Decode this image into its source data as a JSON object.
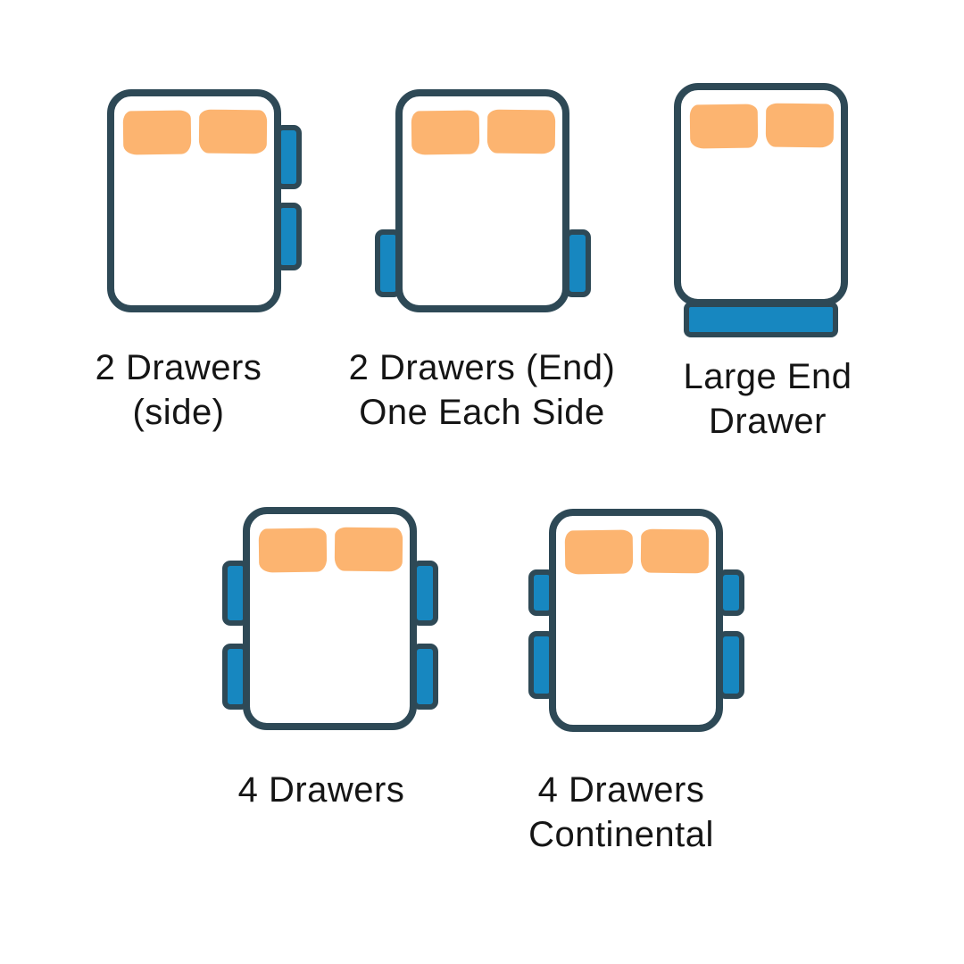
{
  "colors": {
    "background": "#ffffff",
    "bed-outline": "#2e4956",
    "bed-fill": "#ffffff",
    "drawer-fill": "#1787c0",
    "pillow-fill": "#fcb470",
    "label-text": "#151515"
  },
  "figures": [
    {
      "name": "two-drawers-side",
      "label_line1": "2 Drawers",
      "label_line2": "(side)",
      "pillow_count": 2,
      "drawer_count": 2,
      "drawer_placement": "two drawers on right side"
    },
    {
      "name": "two-drawers-end-one-each-side",
      "label_line1": "2 Drawers (End)",
      "label_line2": "One Each Side",
      "pillow_count": 2,
      "drawer_count": 2,
      "drawer_placement": "one drawer on each side at foot end"
    },
    {
      "name": "large-end-drawer",
      "label_line1": "Large End",
      "label_line2": "Drawer",
      "pillow_count": 2,
      "drawer_count": 1,
      "drawer_placement": "one wide drawer at foot end"
    },
    {
      "name": "four-drawers",
      "label_line1": "4 Drawers",
      "label_line2": "",
      "pillow_count": 2,
      "drawer_count": 4,
      "drawer_placement": "two drawers on each side"
    },
    {
      "name": "four-drawers-continental",
      "label_line1": "4 Drawers",
      "label_line2": "Continental",
      "pillow_count": 2,
      "drawer_count": 4,
      "drawer_placement": "two drawers on each side, shorter head-end drawers"
    }
  ]
}
